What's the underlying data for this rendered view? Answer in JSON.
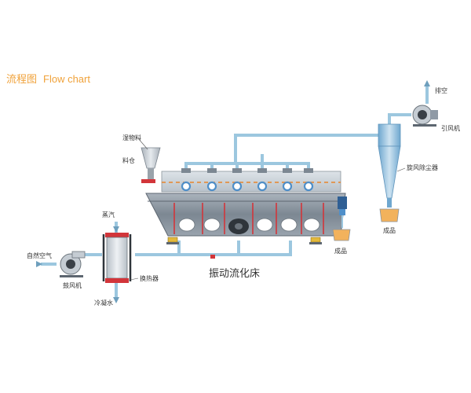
{
  "title": {
    "zh": "流程图",
    "en": "Flow chart"
  },
  "labels": {
    "wet_material": "湿物料",
    "hopper": "料仓",
    "exhaust": "排空",
    "induced_fan": "引风机",
    "cyclone": "旋风除尘器",
    "product_cyclone": "成品",
    "product_bed": "成品",
    "bed_name": "振动流化床",
    "steam": "蒸汽",
    "natural_air": "自然空气",
    "heat_exchanger": "换热器",
    "blower": "鼓风机",
    "condensate": "冷凝水"
  },
  "colors": {
    "title": "#f0a23a",
    "pipe": "#9cc7df",
    "pipe_edge": "#6e9fbd",
    "machine": "#8f9aa6",
    "machine_dark": "#5d6670",
    "accent_red": "#d2353a",
    "valve_orange": "#e8842c",
    "product_fill": "#f2b25c",
    "port_blue": "#4f8fc9"
  }
}
